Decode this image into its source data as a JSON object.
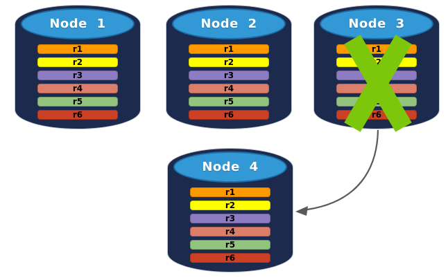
{
  "nodes": [
    {
      "id": "node-1",
      "label": "Node 1",
      "crossed_out": false,
      "rows": [
        "r1",
        "r2",
        "r3",
        "r4",
        "r5",
        "r6"
      ]
    },
    {
      "id": "node-2",
      "label": "Node 2",
      "crossed_out": false,
      "rows": [
        "r1",
        "r2",
        "r3",
        "r4",
        "r5",
        "r6"
      ]
    },
    {
      "id": "node-3",
      "label": "Node 3",
      "crossed_out": true,
      "rows": [
        "r1",
        "r2",
        "r3",
        "r4",
        "r5",
        "r6"
      ]
    },
    {
      "id": "node-4",
      "label": "Node 4",
      "crossed_out": false,
      "rows": [
        "r1",
        "r2",
        "r3",
        "r4",
        "r5",
        "r6"
      ]
    }
  ],
  "row_colors": {
    "r1": "#ff9900",
    "r2": "#ffff00",
    "r3": "#8e7cc3",
    "r4": "#dd7e6b",
    "r5": "#93c47d",
    "r6": "#cc4125"
  },
  "failure_mark": {
    "on_node": "Node 3",
    "icon": "x-mark-icon",
    "color": "#7cc60b"
  },
  "arrow": {
    "from": "Node 3",
    "to": "Node 4",
    "color": "#595959"
  },
  "colors": {
    "background": "#ffffff",
    "cylinder_body": "#1c2a4d",
    "cylinder_top_fill": "#3399d6",
    "cylinder_top_stroke": "#1b6ea6",
    "cylinder_outline": "#bfc6d0",
    "node_label_text": "#ffffff",
    "row_label_text": "#000000"
  }
}
